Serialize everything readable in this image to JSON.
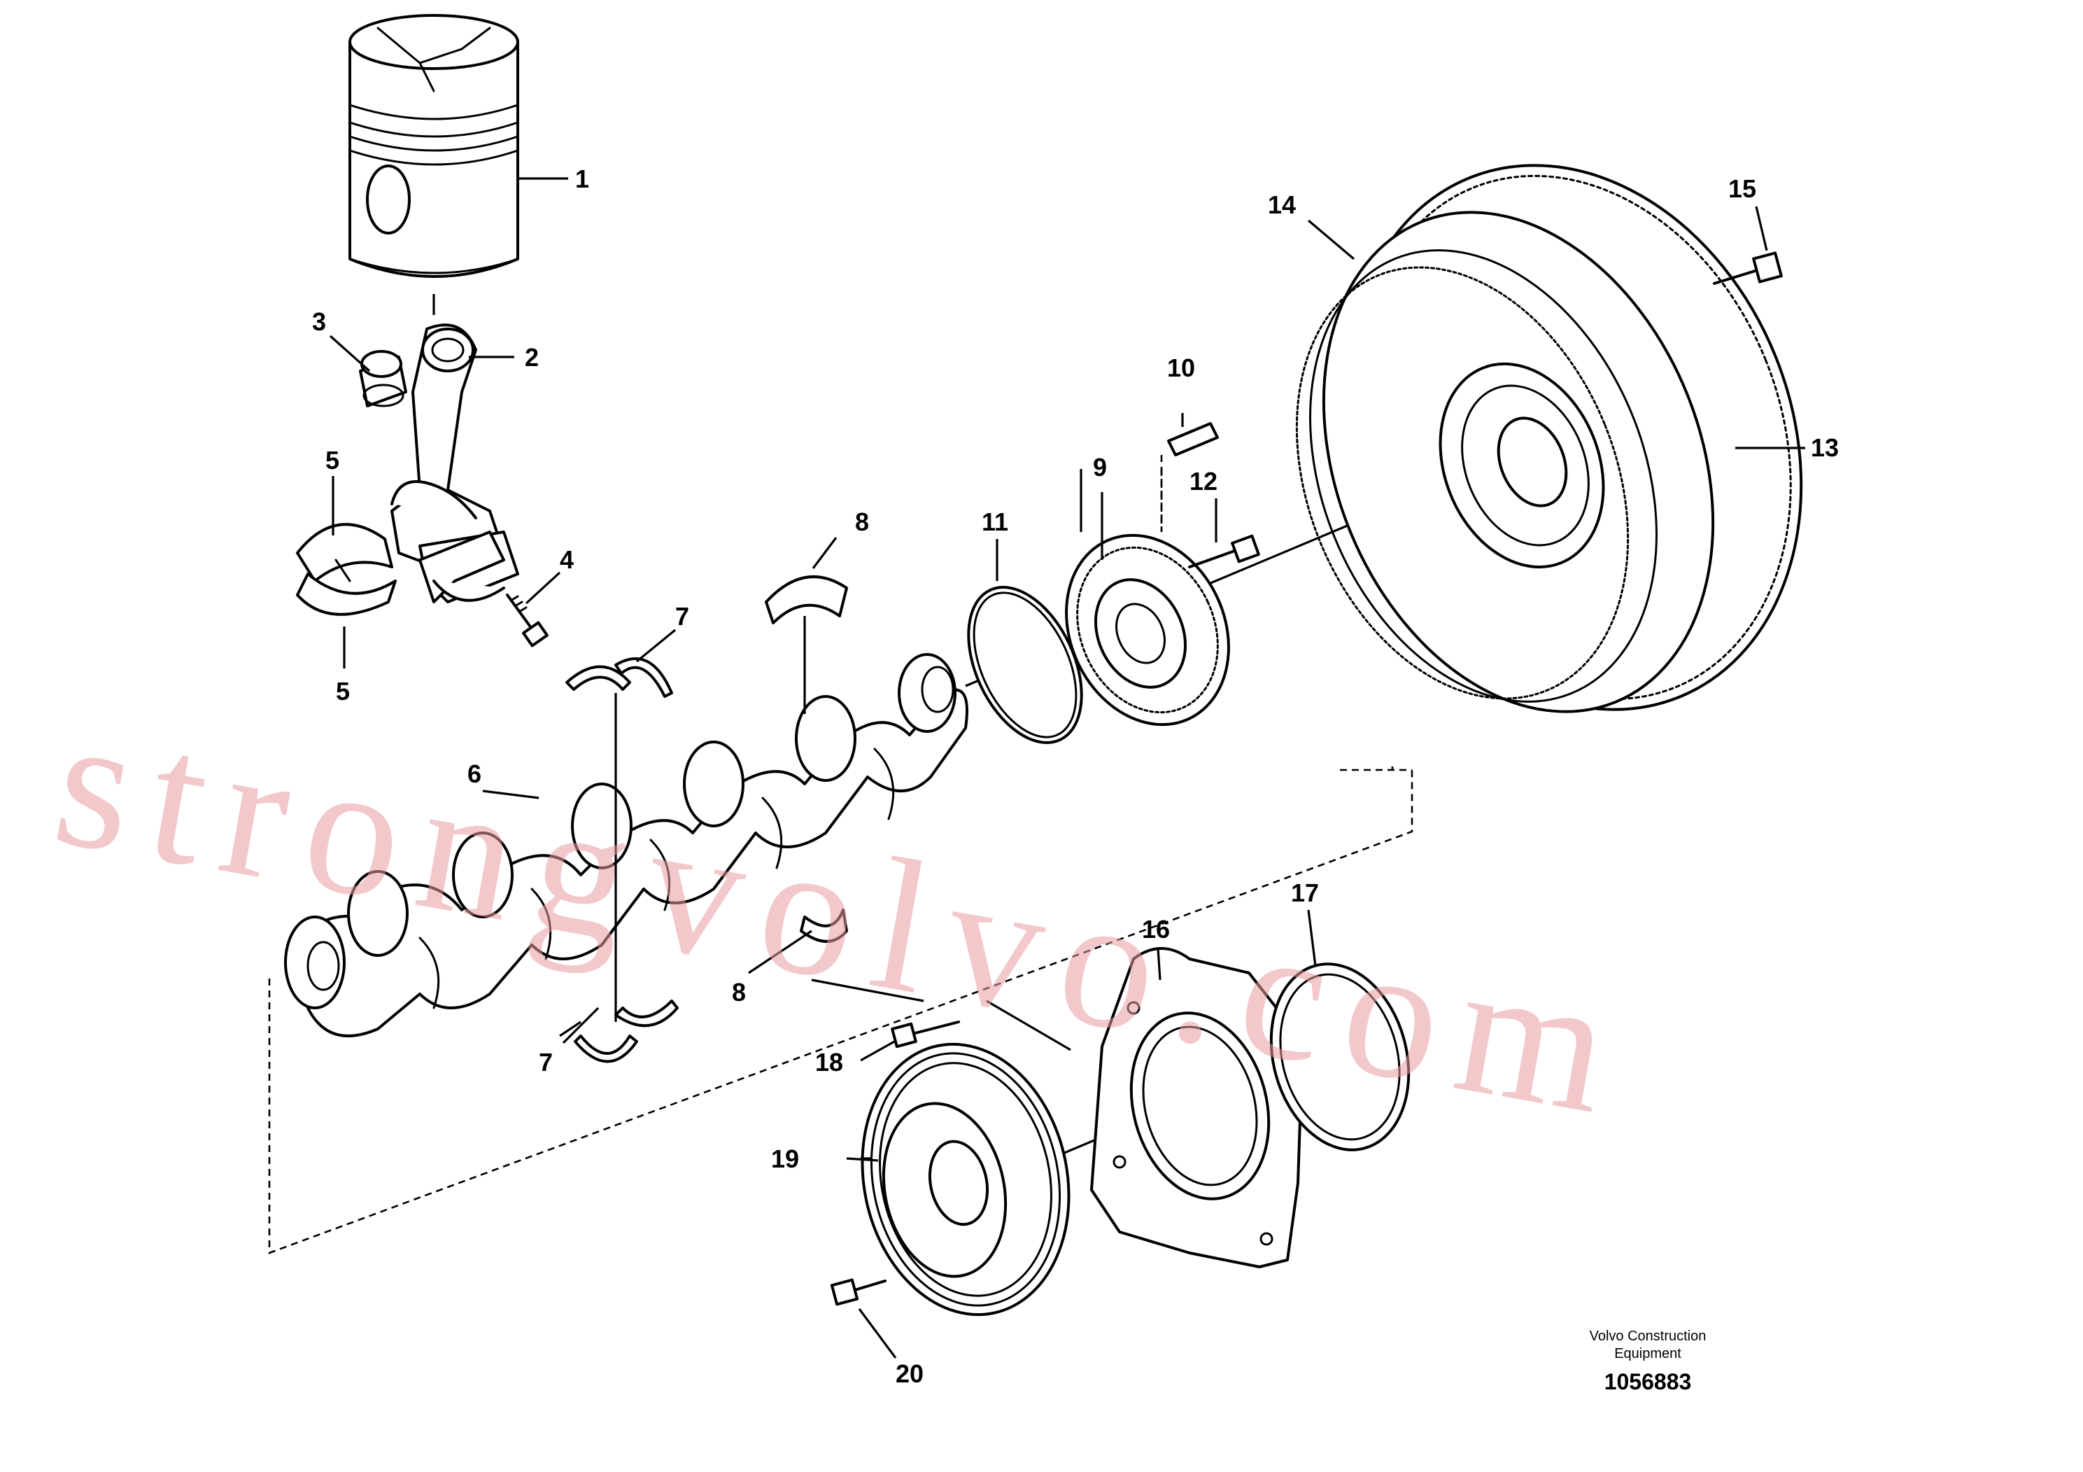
{
  "diagram": {
    "callouts": [
      {
        "id": "c1",
        "label": "1"
      },
      {
        "id": "c2",
        "label": "2"
      },
      {
        "id": "c3",
        "label": "3"
      },
      {
        "id": "c4",
        "label": "4"
      },
      {
        "id": "c5a",
        "label": "5"
      },
      {
        "id": "c5b",
        "label": "5"
      },
      {
        "id": "c6",
        "label": "6"
      },
      {
        "id": "c7a",
        "label": "7"
      },
      {
        "id": "c7b",
        "label": "7"
      },
      {
        "id": "c8a",
        "label": "8"
      },
      {
        "id": "c8b",
        "label": "8"
      },
      {
        "id": "c9",
        "label": "9"
      },
      {
        "id": "c10",
        "label": "10"
      },
      {
        "id": "c11",
        "label": "11"
      },
      {
        "id": "c12",
        "label": "12"
      },
      {
        "id": "c13",
        "label": "13"
      },
      {
        "id": "c14",
        "label": "14"
      },
      {
        "id": "c15",
        "label": "15"
      },
      {
        "id": "c16",
        "label": "16"
      },
      {
        "id": "c17",
        "label": "17"
      },
      {
        "id": "c18",
        "label": "18"
      },
      {
        "id": "c19",
        "label": "19"
      },
      {
        "id": "c20",
        "label": "20"
      }
    ],
    "credit_line1": "Volvo Construction",
    "credit_line2": "Equipment",
    "document_number": "1056883",
    "watermark": "strongvolvo.com"
  }
}
